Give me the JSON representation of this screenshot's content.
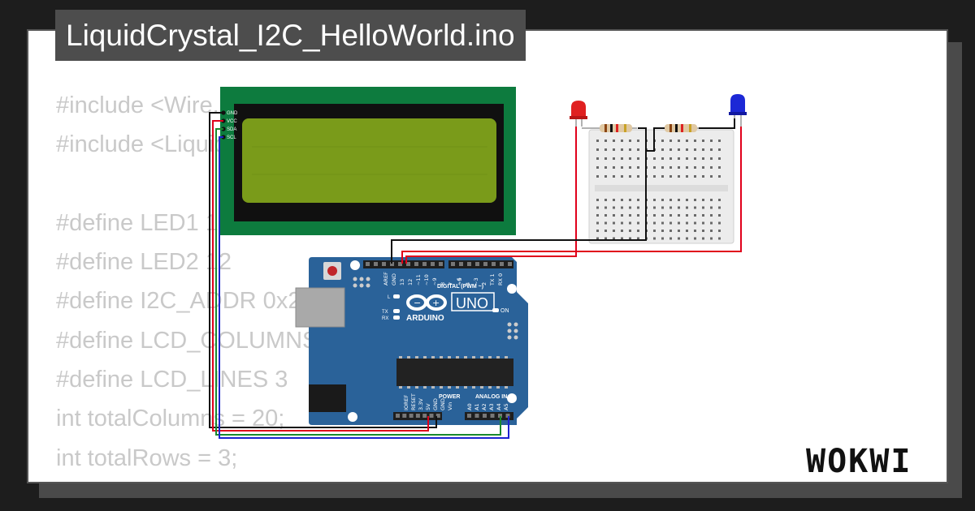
{
  "project": {
    "title": "LiquidCrystal_I2C_HelloWorld.ino"
  },
  "code": {
    "lines": [
      "#include <Wire.h>",
      "#include <LiquidCrystal_I2C.h>",
      "",
      "#define LED1 13",
      "#define LED2 12",
      "#define I2C_ADDR 0x27",
      "#define LCD_COLUMNS 20",
      "#define LCD_LINES 3",
      "int totalColumns = 20;",
      "int totalRows = 3;"
    ]
  },
  "lcd": {
    "pins": [
      "GND",
      "VCC",
      "SDA",
      "SCL"
    ]
  },
  "arduino": {
    "model": "UNO",
    "brand": "ARDUINO",
    "digital_label": "DIGITAL (PWM ~)",
    "power_label": "POWER",
    "analog_label": "ANALOG IN",
    "on_label": "ON",
    "led_labels": [
      "L",
      "TX",
      "RX"
    ],
    "digital_pins": [
      "AREF",
      "GND",
      "13",
      "12",
      "~11",
      "~10",
      "~9",
      "8",
      "7",
      "~6",
      "~5",
      "4",
      "~3",
      "2",
      "TX 1",
      "RX 0"
    ],
    "power_pins": [
      "IOREF",
      "RESET",
      "3.3V",
      "5V",
      "GND",
      "GND",
      "Vin"
    ],
    "analog_pins": [
      "A0",
      "A1",
      "A2",
      "A3",
      "A4",
      "A5"
    ]
  },
  "leds": [
    {
      "color": "red"
    },
    {
      "color": "blue"
    }
  ],
  "brand": {
    "logo": "WOKWI"
  },
  "colors": {
    "board": "#2a6299",
    "lcd_pcb": "#0d7b3e",
    "lcd_screen": "#7a9b1a",
    "wire_red": "#e0001b",
    "wire_green": "#1a8a2e",
    "wire_blue": "#1c24d0",
    "wire_black": "#111111"
  }
}
